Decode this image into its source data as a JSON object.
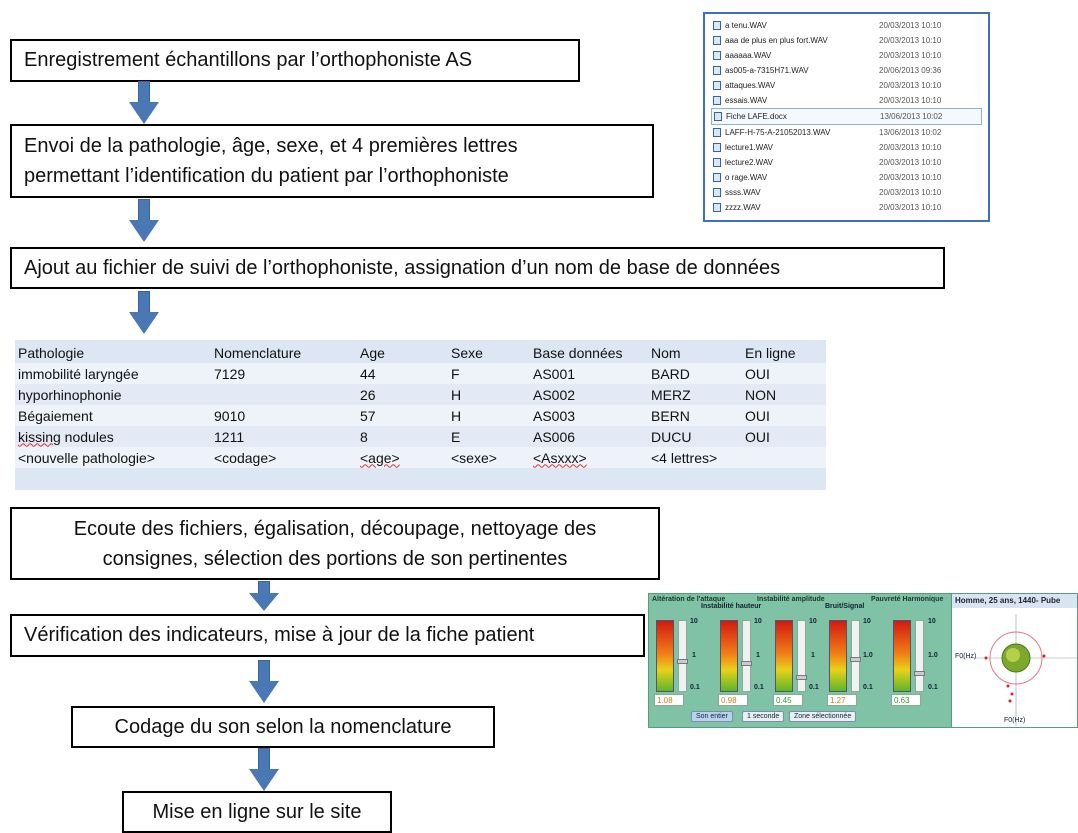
{
  "steps": {
    "s1": "Enregistrement échantillons par l’orthophoniste AS",
    "s2a": "Envoi de la pathologie, âge, sexe, et 4 premières lettres",
    "s2b": "permettant l’identification du patient par l’orthophoniste",
    "s3": "Ajout au fichier de suivi de l’orthophoniste, assignation d’un nom de base de données",
    "s4a": "Ecoute des fichiers, égalisation, découpage, nettoyage des",
    "s4b": "consignes, sélection des portions de son pertinentes",
    "s5": "Vérification des indicateurs, mise à jour de la fiche patient",
    "s6": "Codage du son selon la nomenclature",
    "s7": "Mise en ligne sur le site"
  },
  "files": [
    {
      "name": "a tenu.WAV",
      "date": "20/03/2013 10:10"
    },
    {
      "name": "aaa de plus en plus fort.WAV",
      "date": "20/03/2013 10:10"
    },
    {
      "name": "aaaaaa.WAV",
      "date": "20/03/2013 10:10"
    },
    {
      "name": "as005-a-7315H71.WAV",
      "date": "20/06/2013 09:36"
    },
    {
      "name": "attaques.WAV",
      "date": "20/03/2013 10:10"
    },
    {
      "name": "essais.WAV",
      "date": "20/03/2013 10:10"
    },
    {
      "name": "Fiche LAFE.docx",
      "date": "13/06/2013 10:02"
    },
    {
      "name": "LAFF-H-75-A-21052013.WAV",
      "date": "13/06/2013 10:02"
    },
    {
      "name": "lecture1.WAV",
      "date": "20/03/2013 10:10"
    },
    {
      "name": "lecture2.WAV",
      "date": "20/03/2013 10:10"
    },
    {
      "name": "o rage.WAV",
      "date": "20/03/2013 10:10"
    },
    {
      "name": "ssss.WAV",
      "date": "20/03/2013 10:10"
    },
    {
      "name": "zzzz.WAV",
      "date": "20/03/2013 10:10"
    }
  ],
  "table": {
    "headers": [
      "Pathologie",
      "Nomenclature",
      "Age",
      "Sexe",
      "Base données",
      "Nom",
      "En ligne"
    ],
    "rows": [
      [
        "immobilité laryngée",
        "7129",
        "44",
        "F",
        "AS001",
        "BARD",
        "OUI"
      ],
      [
        "hyporhinophonie",
        "",
        "26",
        "H",
        "AS002",
        "MERZ",
        "NON"
      ],
      [
        "Bégaiement",
        "9010",
        "57",
        "H",
        "AS003",
        "BERN",
        "OUI"
      ],
      [
        "kissing nodules",
        "1211",
        "8",
        "E",
        "AS006",
        "DUCU",
        "OUI"
      ],
      [
        "<nouvelle pathologie>",
        "<codage>",
        "<age>",
        "<sexe>",
        "<Asxxx>",
        "<4 lettres>",
        ""
      ]
    ]
  },
  "panel": {
    "labels": {
      "attaque": "Altération de l'attaque",
      "hauteur": "Instabilité hauteur",
      "amplitude": "Instabilité amplitude",
      "bruit": "Bruit/Signal",
      "harmonique": "Pauvreté Harmonique"
    },
    "title": "Homme, 25 ans, 1440- Pube",
    "scale_top": "10",
    "scale_mid": "1",
    "scale_mid2": "1.0",
    "scale_bot": "0.1",
    "values": [
      "1.08",
      "0.98",
      "0.45",
      "1.27",
      "0.63"
    ],
    "buttons": [
      "Son entier",
      "1 seconde",
      "Zone sélectionnée"
    ],
    "axis_x": "F0(Hz)",
    "axis_y": "F0(Hz)",
    "colors": {
      "panel": "#7fc2a6",
      "arrow": "#4a78b5"
    }
  }
}
